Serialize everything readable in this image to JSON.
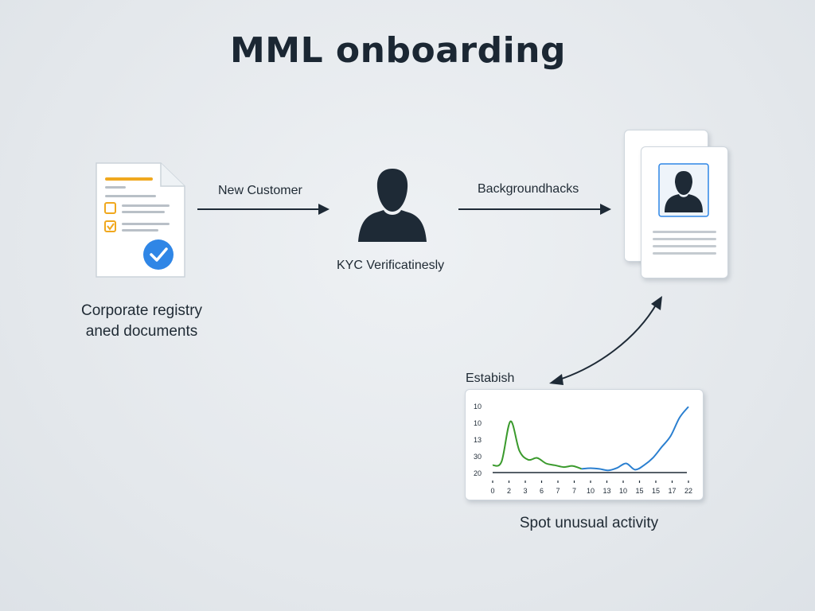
{
  "title": "MML onboarding",
  "steps": {
    "documents_caption_line1": "Corporate registry",
    "documents_caption_line2": "aned documents",
    "arrow1_label": "New Customer",
    "customer_caption": "KYC Verificatinesly",
    "arrow2_label": "Backgroundhacks",
    "arrow3_label": "Estabish",
    "chart_caption": "Spot unusual activity"
  },
  "icons": {
    "documents": "document-checklist-icon",
    "customer": "person-icon",
    "profile": "profile-card-icon",
    "chart": "line-chart-icon"
  },
  "colors": {
    "accent_blue": "#2f86e6",
    "checkbox_orange": "#f0a81e",
    "dark_icon": "#1e2a36",
    "series_green": "#3a9a2c",
    "series_blue": "#2a7fd0"
  },
  "chart_data": {
    "type": "line",
    "y_tick_labels": [
      "10",
      "10",
      "13",
      "30",
      "20"
    ],
    "x_tick_labels": [
      "0",
      "2",
      "3",
      "6",
      "7",
      "7",
      "10",
      "13",
      "10",
      "15",
      "15",
      "17",
      "22"
    ],
    "series": [
      {
        "color": "#3a9a2c",
        "x": [
          0,
          1,
          2,
          3,
          4,
          5,
          6,
          7,
          8,
          9,
          10
        ],
        "values": [
          2,
          3,
          14,
          6,
          3.5,
          4,
          2.5,
          2,
          1.5,
          1.8,
          1
        ]
      },
      {
        "color": "#2a7fd0",
        "x": [
          10,
          11,
          12,
          13,
          14,
          15,
          16,
          17,
          18,
          19,
          20,
          21,
          22
        ],
        "values": [
          1,
          1.2,
          1,
          0.6,
          1.3,
          2.5,
          0.8,
          2,
          4,
          7,
          10,
          15,
          18
        ]
      }
    ],
    "ylim": [
      0,
      20
    ],
    "xlim": [
      0,
      22
    ]
  }
}
